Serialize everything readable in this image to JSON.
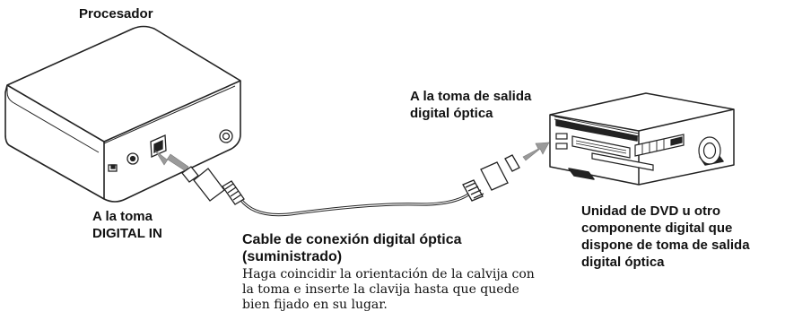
{
  "labels": {
    "processor": "Procesador",
    "toma_digital_in": [
      "A la toma",
      "DIGITAL IN"
    ],
    "toma_salida": [
      "A la toma de salida",
      "digital óptica"
    ],
    "unidad_dvd": [
      "Unidad de DVD u otro",
      "componente digital que",
      "dispone de toma de salida",
      "digital óptica"
    ],
    "cable_title": [
      "Cable de conexión digital óptica",
      "(suministrado)"
    ],
    "cable_desc": [
      "Haga coincidir la orientación de la calvija con",
      "la toma e inserte la clavija hasta que quede",
      "bien fijado en su lugar."
    ]
  },
  "colors": {
    "stroke": "#222222",
    "arrow": "#9a9a9a",
    "device_face": "#ffffff"
  }
}
